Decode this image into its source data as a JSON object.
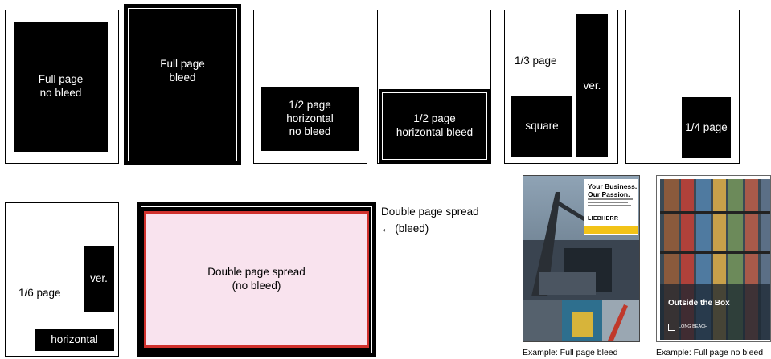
{
  "layouts": {
    "full_no_bleed": "Full page\nno bleed",
    "full_bleed": "Full page\nbleed",
    "half_h_no_bleed": "1/2 page\nhorizontal\nno bleed",
    "half_h_bleed": "1/2 page\nhorizontal bleed",
    "third_page": "1/3 page",
    "third_square": "square",
    "third_vertical": "ver.",
    "quarter_page": "1/4 page",
    "sixth_page": "1/6 page",
    "sixth_vertical": "ver.",
    "sixth_horizontal": "horizontal",
    "spread_no_bleed": "Double page spread\n(no bleed)",
    "spread_bleed_label": "Double page spread\n← (bleed)"
  },
  "examples": {
    "bleed_caption": "Example: Full page bleed",
    "no_bleed_caption": "Example: Full page no bleed",
    "ad1_headline": "Your Business.\nOur Passion.",
    "ad1_brand": "LIEBHERR",
    "ad2_headline": "Outside the Box",
    "ad2_logo": "LONG BEACH"
  },
  "colors": {
    "spread_fill": "#f9e3ee",
    "spread_border": "#d0312d",
    "ad_yellow": "#f2c318"
  }
}
